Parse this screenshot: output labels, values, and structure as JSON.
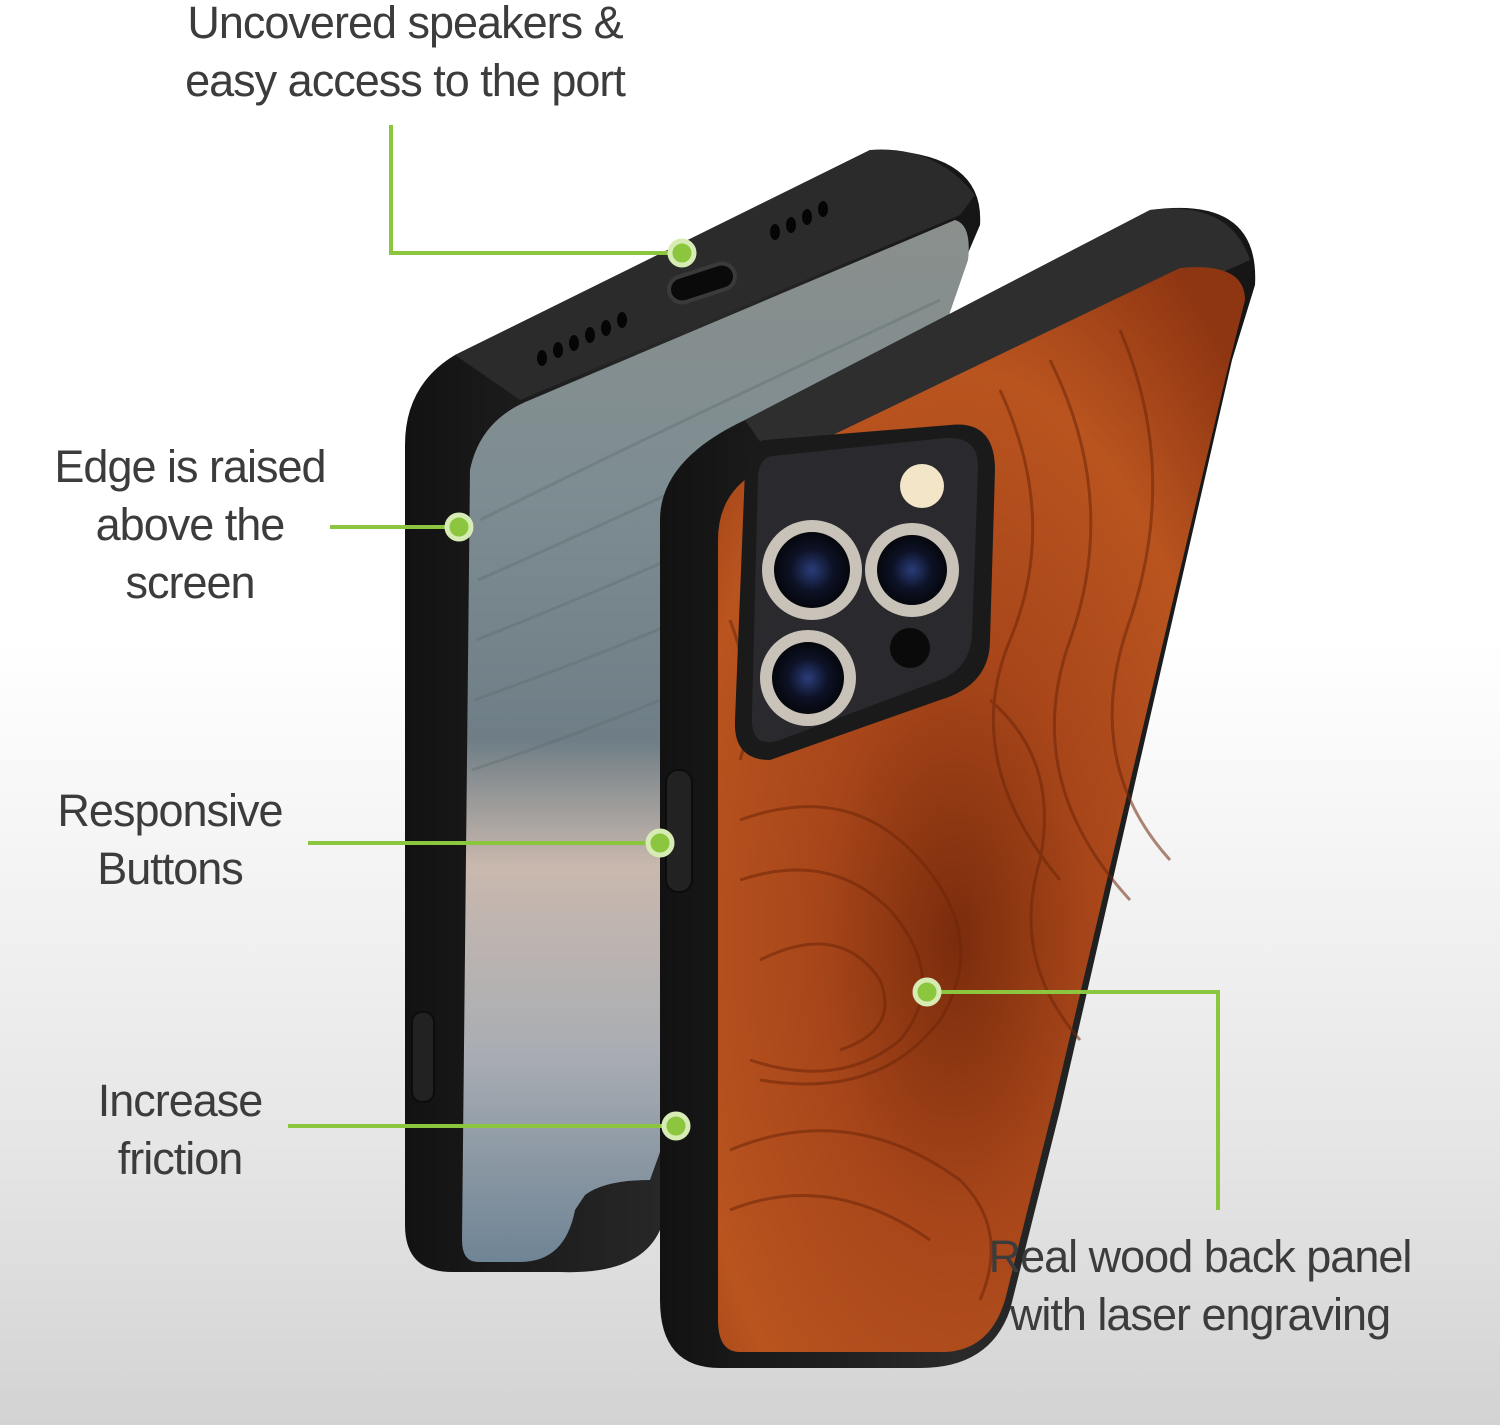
{
  "callouts": {
    "speakers": {
      "line1": "Uncovered speakers &",
      "line2": "easy access to the port"
    },
    "edge": {
      "line1": "Edge is raised",
      "line2": "above the",
      "line3": "screen"
    },
    "buttons": {
      "line1": "Responsive",
      "line2": "Buttons"
    },
    "friction": {
      "line1": "Increase",
      "line2": "friction"
    },
    "wood": {
      "line1": "Real wood back panel",
      "line2": "with laser engraving"
    }
  },
  "colors": {
    "accent": "#8cc63f",
    "text": "#3c3c3c",
    "case": "#1c1c1c",
    "wood": "#a8461a"
  }
}
